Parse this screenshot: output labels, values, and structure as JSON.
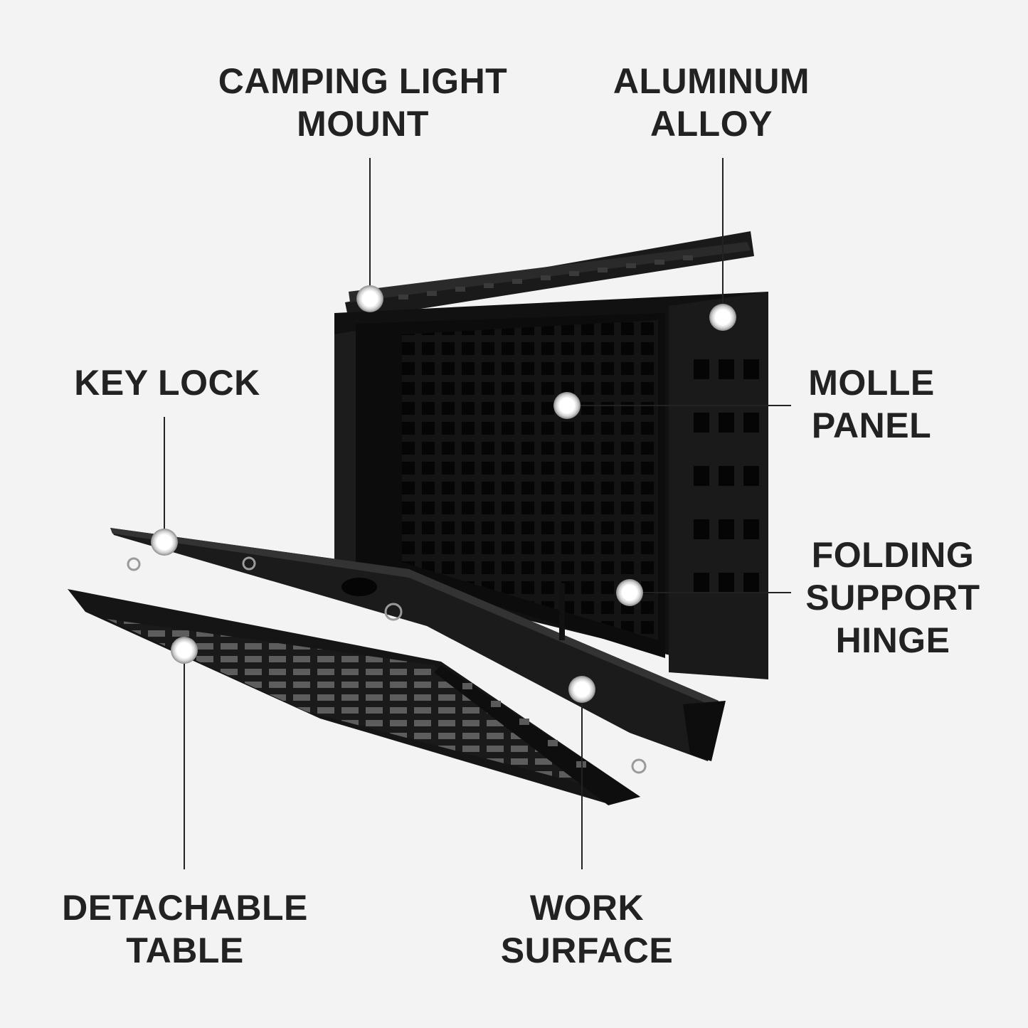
{
  "colors": {
    "background": "#f3f3f3",
    "text": "#222222",
    "product": "#151515",
    "leader_line": "#222222",
    "marker": "#ffffff"
  },
  "product_image": {
    "description_icon": "tool-box-product-photo"
  },
  "callouts": {
    "camping_light_mount": {
      "line1": "CAMPING LIGHT",
      "line2": "MOUNT"
    },
    "aluminum_alloy": {
      "line1": "ALUMINUM",
      "line2": "ALLOY"
    },
    "key_lock": {
      "line1": "KEY LOCK"
    },
    "molle_panel": {
      "line1": "MOLLE",
      "line2": "PANEL"
    },
    "folding_support_hinge": {
      "line1": "FOLDING",
      "line2": "SUPPORT",
      "line3": "HINGE"
    },
    "detachable_table": {
      "line1": "DETACHABLE",
      "line2": "TABLE"
    },
    "work_surface": {
      "line1": "WORK",
      "line2": "SURFACE"
    }
  }
}
